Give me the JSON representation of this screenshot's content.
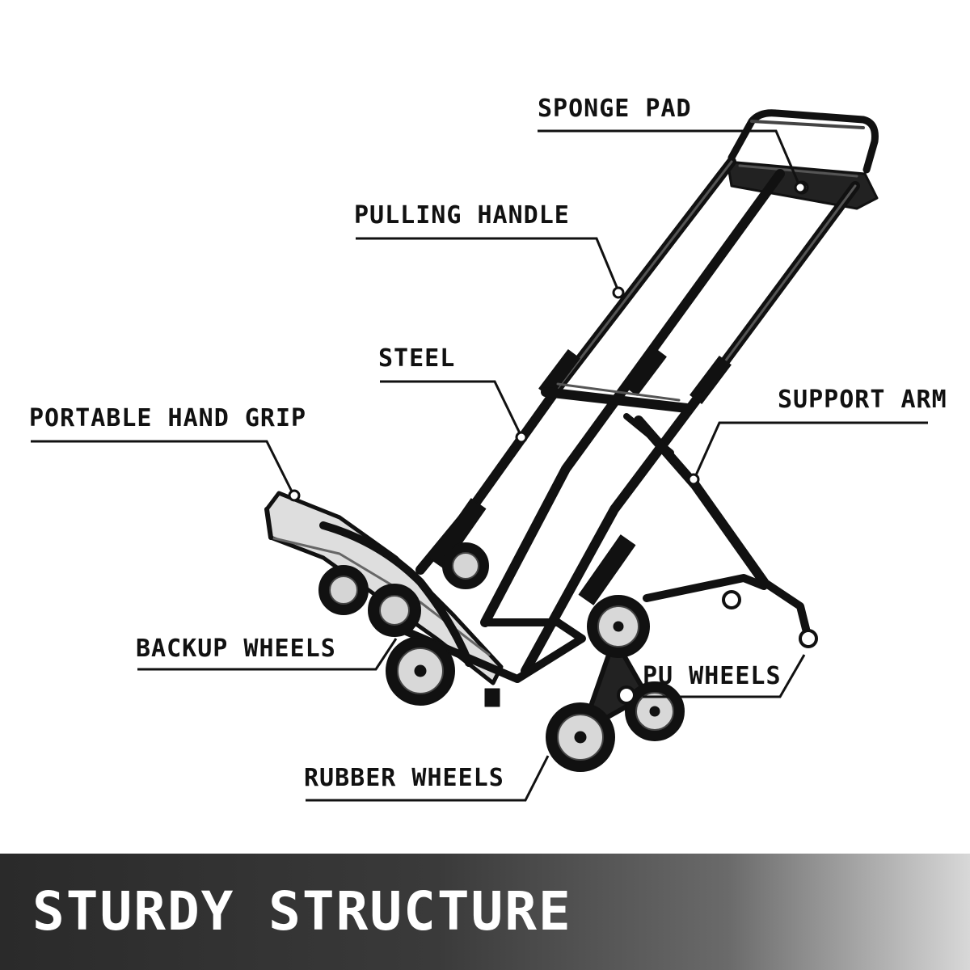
{
  "diagram": {
    "callouts": [
      {
        "id": "sponge-pad",
        "label": "SPONGE PAD"
      },
      {
        "id": "pulling-handle",
        "label": "PULLING HANDLE"
      },
      {
        "id": "steel",
        "label": "STEEL"
      },
      {
        "id": "support-arm",
        "label": "SUPPORT ARM"
      },
      {
        "id": "portable-hand-grip",
        "label": "PORTABLE HAND GRIP"
      },
      {
        "id": "backup-wheels",
        "label": "BACKUP WHEELS"
      },
      {
        "id": "pu-wheels",
        "label": "PU WHEELS"
      },
      {
        "id": "rubber-wheels",
        "label": "RUBBER WHEELS"
      }
    ]
  },
  "banner": {
    "title": "STURDY STRUCTURE"
  },
  "colors": {
    "frame": "#111111",
    "banner_dark": "#2a2a2a",
    "banner_light": "#d8d8d8",
    "text": "#111111"
  }
}
